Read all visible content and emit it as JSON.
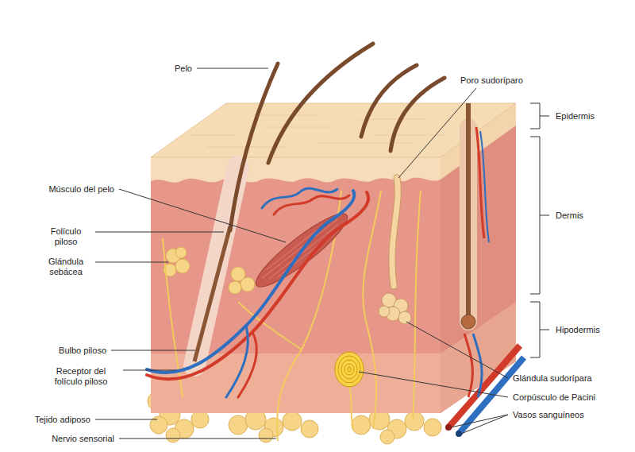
{
  "diagram": {
    "labels": [
      "Pelo",
      "Poro sudoríparo",
      "Epidermis",
      "Músculo del pelo",
      "Folículo piloso",
      "Glándula sebácea",
      "Dermis",
      "Hipodermis",
      "Bulbo piloso",
      "Receptor del folículo piloso",
      "Glándula sudorípara",
      "Corpúsculo de Pacini",
      "Tejido adiposo",
      "Vasos sanguíneos",
      "Nervio sensorial"
    ]
  }
}
